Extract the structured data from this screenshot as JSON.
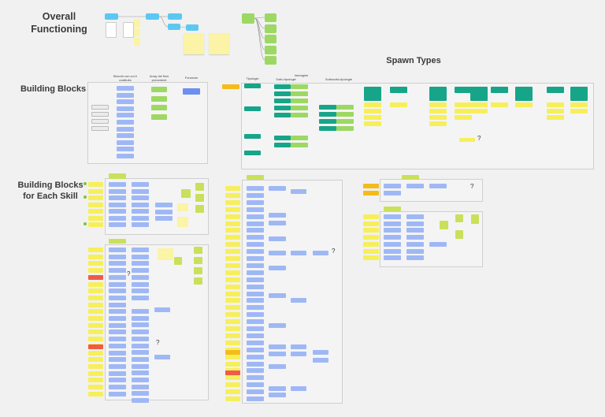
{
  "headings": {
    "overall": "Overall Functioning",
    "spawn": "Spawn Types",
    "blocks": "Building Blocks",
    "skill": "Building Blocks for Each Skill"
  },
  "building_blocks": {
    "col1": "Blocchi con cui è costituito",
    "col2": "Array dei flow precedenti",
    "col3": "Funzione"
  },
  "spawn_types": {
    "col1": "Tipologie",
    "col2_top": "Immagine",
    "col2": "Sotto-tipologie",
    "col3": "Sottosotto-tipologie"
  },
  "marks": [
    "?",
    "?",
    "?",
    "?",
    "?"
  ],
  "colors": {
    "blue": "#9fb8f5",
    "cyan": "#5cc8f2",
    "green": "#9dd863",
    "lime": "#c9e05b",
    "yellow": "#f7ef5a",
    "orange": "#f5bb1b",
    "red": "#ef5a4a",
    "teal": "#17a589",
    "sticky": "#fbf3a5"
  }
}
